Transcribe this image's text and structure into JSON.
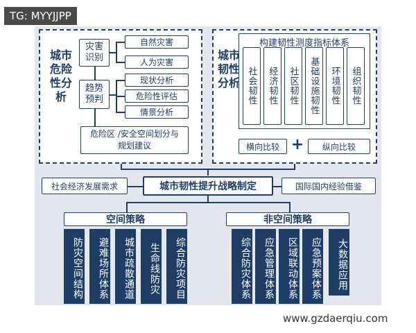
{
  "tag": "TG: MYYJJPP",
  "watermark": "www.gzdaerqiu.com",
  "hazard": {
    "title": "城市危险性分析",
    "disaster_id": "灾害识别",
    "natural": "自然灾害",
    "human": "人为灾害",
    "trend": "趋势预判",
    "status": "现状分析",
    "risk_eval": "危险性评估",
    "scenario": "情景分析",
    "zoning": "危险区 /安全空间划分与规划建议"
  },
  "resilience": {
    "title": "城市韧性分析",
    "index_header": "构建韧性测度指标体系",
    "columns": [
      "社会韧性",
      "经济韧性",
      "社区韧性",
      "基础设施韧性",
      "环境韧性",
      "组织韧性"
    ],
    "horizontal": "横向比较",
    "plus": "+",
    "vertical": "纵向比较"
  },
  "center": {
    "left": "社会经济发展需求",
    "main": "城市韧性提升战略制定",
    "right": "国际国内经验借鉴"
  },
  "spatial": {
    "title": "空间策略",
    "items": [
      "防灾空间结构",
      "避难场所体系",
      "城市疏散通道",
      "生命线防灾",
      "综合防灾项目"
    ]
  },
  "nonspatial": {
    "title": "非空间策略",
    "items": [
      "综合防灾体系",
      "应急管理体系",
      "区域联动体系",
      "应急预案体系",
      "大数据应用"
    ]
  },
  "colors": {
    "navy": "#1f3e66",
    "panel": "#e4e8ee"
  }
}
